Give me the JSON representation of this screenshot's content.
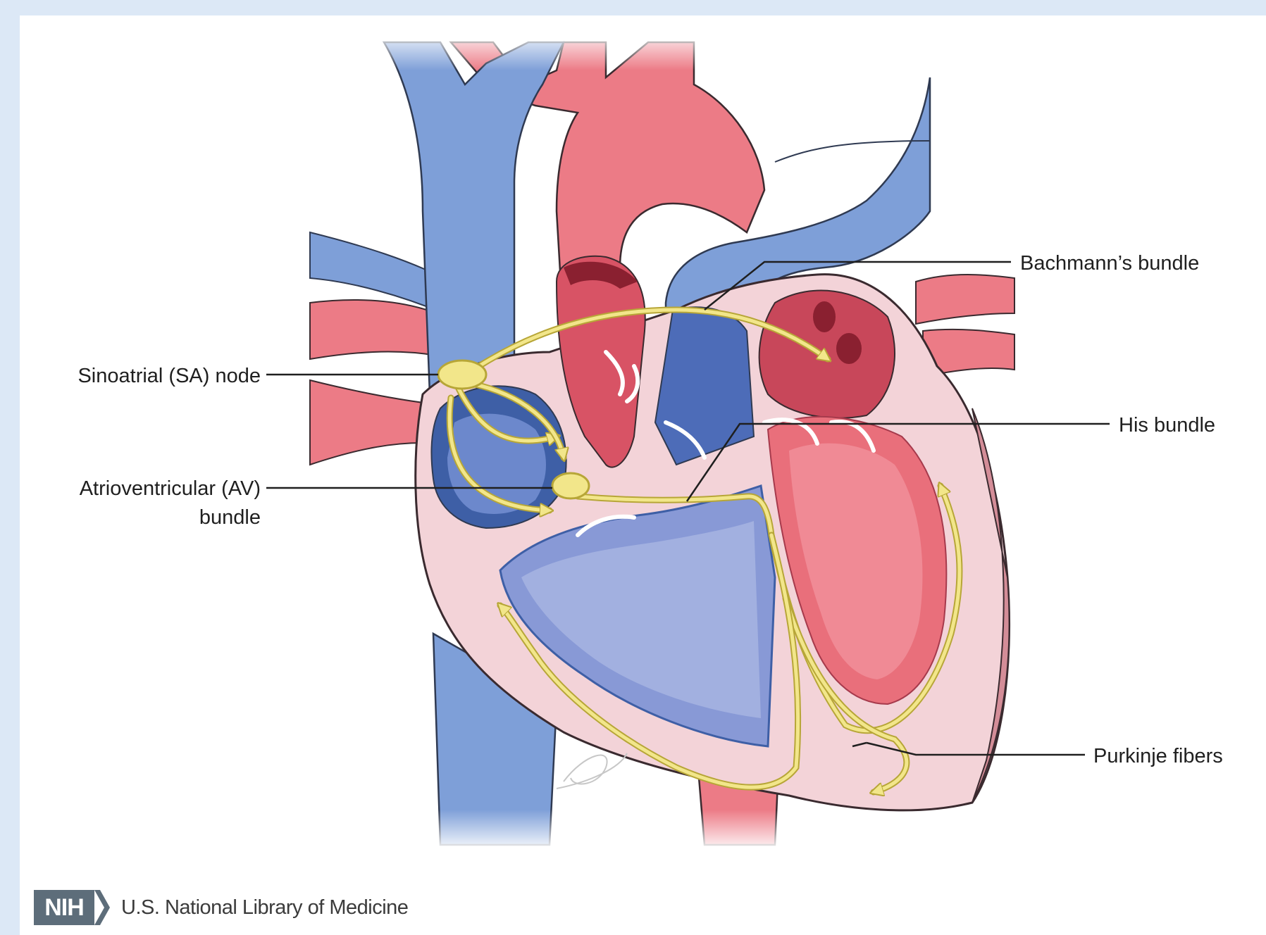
{
  "labels": {
    "sa_node": "Sinoatrial (SA) node",
    "av_line1": "Atrioventricular (AV)",
    "av_line2": "bundle",
    "bachmann": "Bachmann’s bundle",
    "his": "His bundle",
    "purkinje": "Purkinje fibers"
  },
  "footer": {
    "logo_text": "NIH",
    "org_name": "U.S. National Library of Medicine"
  },
  "colors": {
    "background": "#dce8f6",
    "vein_blue": "#7e9fd8",
    "artery_red": "#ec7b86",
    "chamber_pink": "#f3d3d8",
    "left_ventricle": "#e96f7b",
    "right_ventricle": "#8899d6",
    "conduction_yellow": "#f2e68a",
    "logo_gray": "#5d6d7a"
  },
  "icons": {
    "logo": "nih-logo",
    "chevron": "chevron-right-icon"
  }
}
